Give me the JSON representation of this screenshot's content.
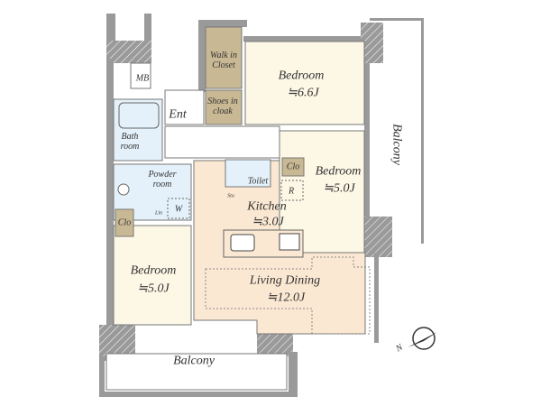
{
  "rooms": {
    "walk_in_closet": "Walk in\nCloset",
    "walk_in_closet_l1": "Walk in",
    "walk_in_closet_l2": "Closet",
    "bedroom_1": {
      "name": "Bedroom",
      "area": "≒6.6J"
    },
    "ent": "Ent",
    "shoes_l1": "Shoes in",
    "shoes_l2": "cloak",
    "mb": "MB",
    "bath_l1": "Bath",
    "bath_l2": "room",
    "balcony_right": "Balcony",
    "powder_l1": "Powder",
    "powder_l2": "room",
    "toilet": "Toilet",
    "clo_right": "Clo",
    "bedroom_2": {
      "name": "Bedroom",
      "area": "≒5.0J"
    },
    "sto": "Sto",
    "fridge": "R",
    "kitchen": {
      "name": "Kitchen",
      "area": "≒3.0J"
    },
    "washer": "W",
    "lin": "Lin",
    "clo_left": "Clo",
    "bedroom_3": {
      "name": "Bedroom",
      "area": "≒5.0J"
    },
    "living_dining": {
      "name": "Living Dining",
      "area": "≒12.0J"
    },
    "balcony_bottom": "Balcony"
  },
  "compass": {
    "label": "N"
  },
  "colors": {
    "wall": "#9a9a9a",
    "bedroom": "#fdf8e6",
    "ldk": "#fbe8d2",
    "wet": "#e4f1fa",
    "storage": "#c9b894"
  }
}
